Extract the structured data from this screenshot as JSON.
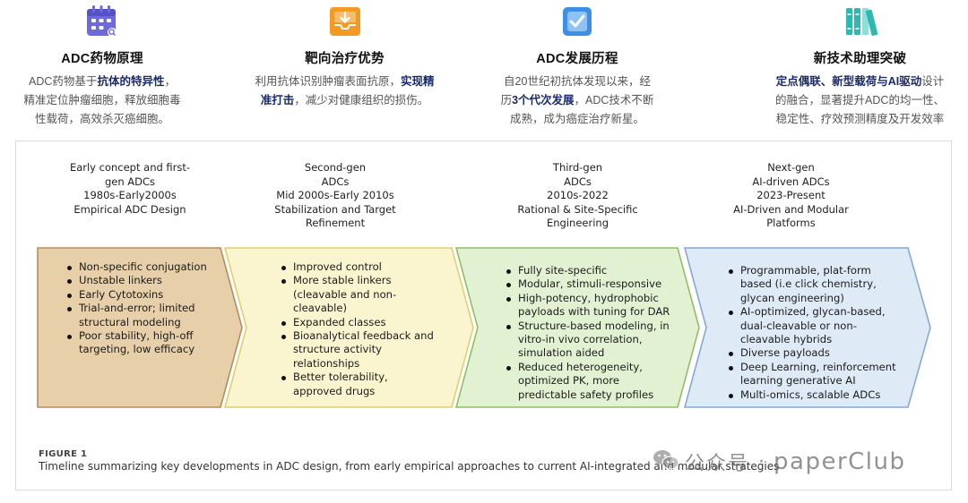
{
  "top_sections": [
    {
      "icon": "calendar-icon",
      "title": "ADC药物原理",
      "lines": [
        [
          {
            "t": "ADC药物基于"
          },
          {
            "t": "抗体的特异性",
            "hl": true
          },
          {
            "t": "，"
          }
        ],
        [
          {
            "t": "精准定位肿瘤细胞，释放细胞毒"
          }
        ],
        [
          {
            "t": "性载荷，高效杀灭癌细胞。"
          }
        ]
      ]
    },
    {
      "icon": "tray-download-icon",
      "title": "靶向治疗优势",
      "lines": [
        [
          {
            "t": "利用抗体识别肿瘤表面抗原，"
          },
          {
            "t": "实现精",
            "hl": true
          }
        ],
        [
          {
            "t": "准打击",
            "hl": true
          },
          {
            "t": "，减少对健康组织的损伤。"
          }
        ]
      ]
    },
    {
      "icon": "checkbox-icon",
      "title": "ADC发展历程",
      "lines": [
        [
          {
            "t": "自20世纪初抗体发现以来，经"
          }
        ],
        [
          {
            "t": "历"
          },
          {
            "t": "3个代次发展",
            "hl": true
          },
          {
            "t": "，ADC技术不断"
          }
        ],
        [
          {
            "t": "成熟，成为癌症治疗新星。"
          }
        ]
      ]
    },
    {
      "icon": "books-icon",
      "title": "新技术助理突破",
      "lines": [
        [
          {
            "t": "定点偶联、新型载荷与AI驱动",
            "hl": true
          },
          {
            "t": "设计"
          }
        ],
        [
          {
            "t": "的融合，显著提升ADC的均一性、"
          }
        ],
        [
          {
            "t": "稳定性、疗效预测精度及开发效率"
          }
        ]
      ]
    }
  ],
  "figure": {
    "eras": [
      {
        "heading": [
          "Early concept and first-",
          "gen ADCs",
          "1980s-Early2000s",
          "Empirical ADC Design"
        ],
        "fill": "#e7cfa9",
        "stroke": "#b58d5d",
        "bullets": [
          "Non-specific conjugation",
          "Unstable linkers",
          "Early Cytotoxins",
          "Trial-and-error; limited structural modeling",
          "Poor stability, high-off targeting, low efficacy"
        ]
      },
      {
        "heading": [
          "Second-gen",
          "ADCs",
          "Mid 2000s-Early 2010s",
          "Stabilization and Target",
          "Refinement"
        ],
        "fill": "#fbf5cf",
        "stroke": "#e1cf6f",
        "bullets": [
          "Improved control",
          "More stable linkers (cleavable and non-cleavable)",
          "Expanded classes",
          "Bioanalytical feedback and structure activity relationships",
          "Better tolerability, approved drugs"
        ]
      },
      {
        "heading": [
          "Third-gen",
          "ADCs",
          "2010s-2022",
          "Rational & Site-Specific",
          "Engineering"
        ],
        "fill": "#e3f1d3",
        "stroke": "#8fbf68",
        "bullets": [
          "Fully site-specific",
          "Modular, stimuli-responsive",
          "High-potency, hydrophobic payloads with tuning for DAR",
          "Structure-based modeling, in vitro-in vivo correlation, simulation aided",
          "Reduced heterogeneity, optimized PK, more predictable safety profiles"
        ]
      },
      {
        "heading": [
          "Next-gen",
          "AI-driven ADCs",
          "2023-Present",
          "AI-Driven and Modular",
          "Platforms"
        ],
        "fill": "#dfeaf7",
        "stroke": "#86a9d3",
        "bullets": [
          "Programmable, plat-form based (i.e click chemistry, glycan engineering)",
          "AI-optimized, glycan-based, dual-cleavable or non-cleavable hybrids",
          "Diverse payloads",
          "Deep Learning, reinforcement learning generative AI",
          "Multi-omics, scalable ADCs"
        ]
      }
    ],
    "label": "FIGURE 1",
    "caption": "Timeline summarizing key developments in ADC design, from early empirical approaches to current AI-integrated and modular strategies"
  },
  "watermark": {
    "icon": "wechat-icon",
    "text_cn": "公众号",
    "separator": "·",
    "text_en": "paperClub"
  },
  "colors": {
    "icon_purple": "#6d6ad9",
    "icon_orange": "#f39a25",
    "icon_blue": "#3e8fe6",
    "icon_teal": "#2fb8b0",
    "highlight": "#1a2a6c"
  }
}
